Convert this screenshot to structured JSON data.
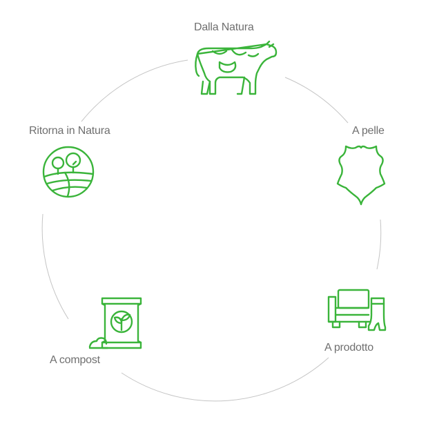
{
  "colors": {
    "accent": "#3ab43a",
    "ring": "#c4c4c4",
    "text": "#6f6f6f"
  },
  "stages": [
    {
      "label": "Dalla Natura",
      "icon": "cow-icon"
    },
    {
      "label": "A pelle",
      "icon": "leather-hide-icon"
    },
    {
      "label": "A prodotto",
      "icon": "armchair-and-boot-icon"
    },
    {
      "label": "A compost",
      "icon": "compost-bag-icon"
    },
    {
      "label": "Ritorna in Natura",
      "icon": "field-and-trees-icon"
    }
  ]
}
